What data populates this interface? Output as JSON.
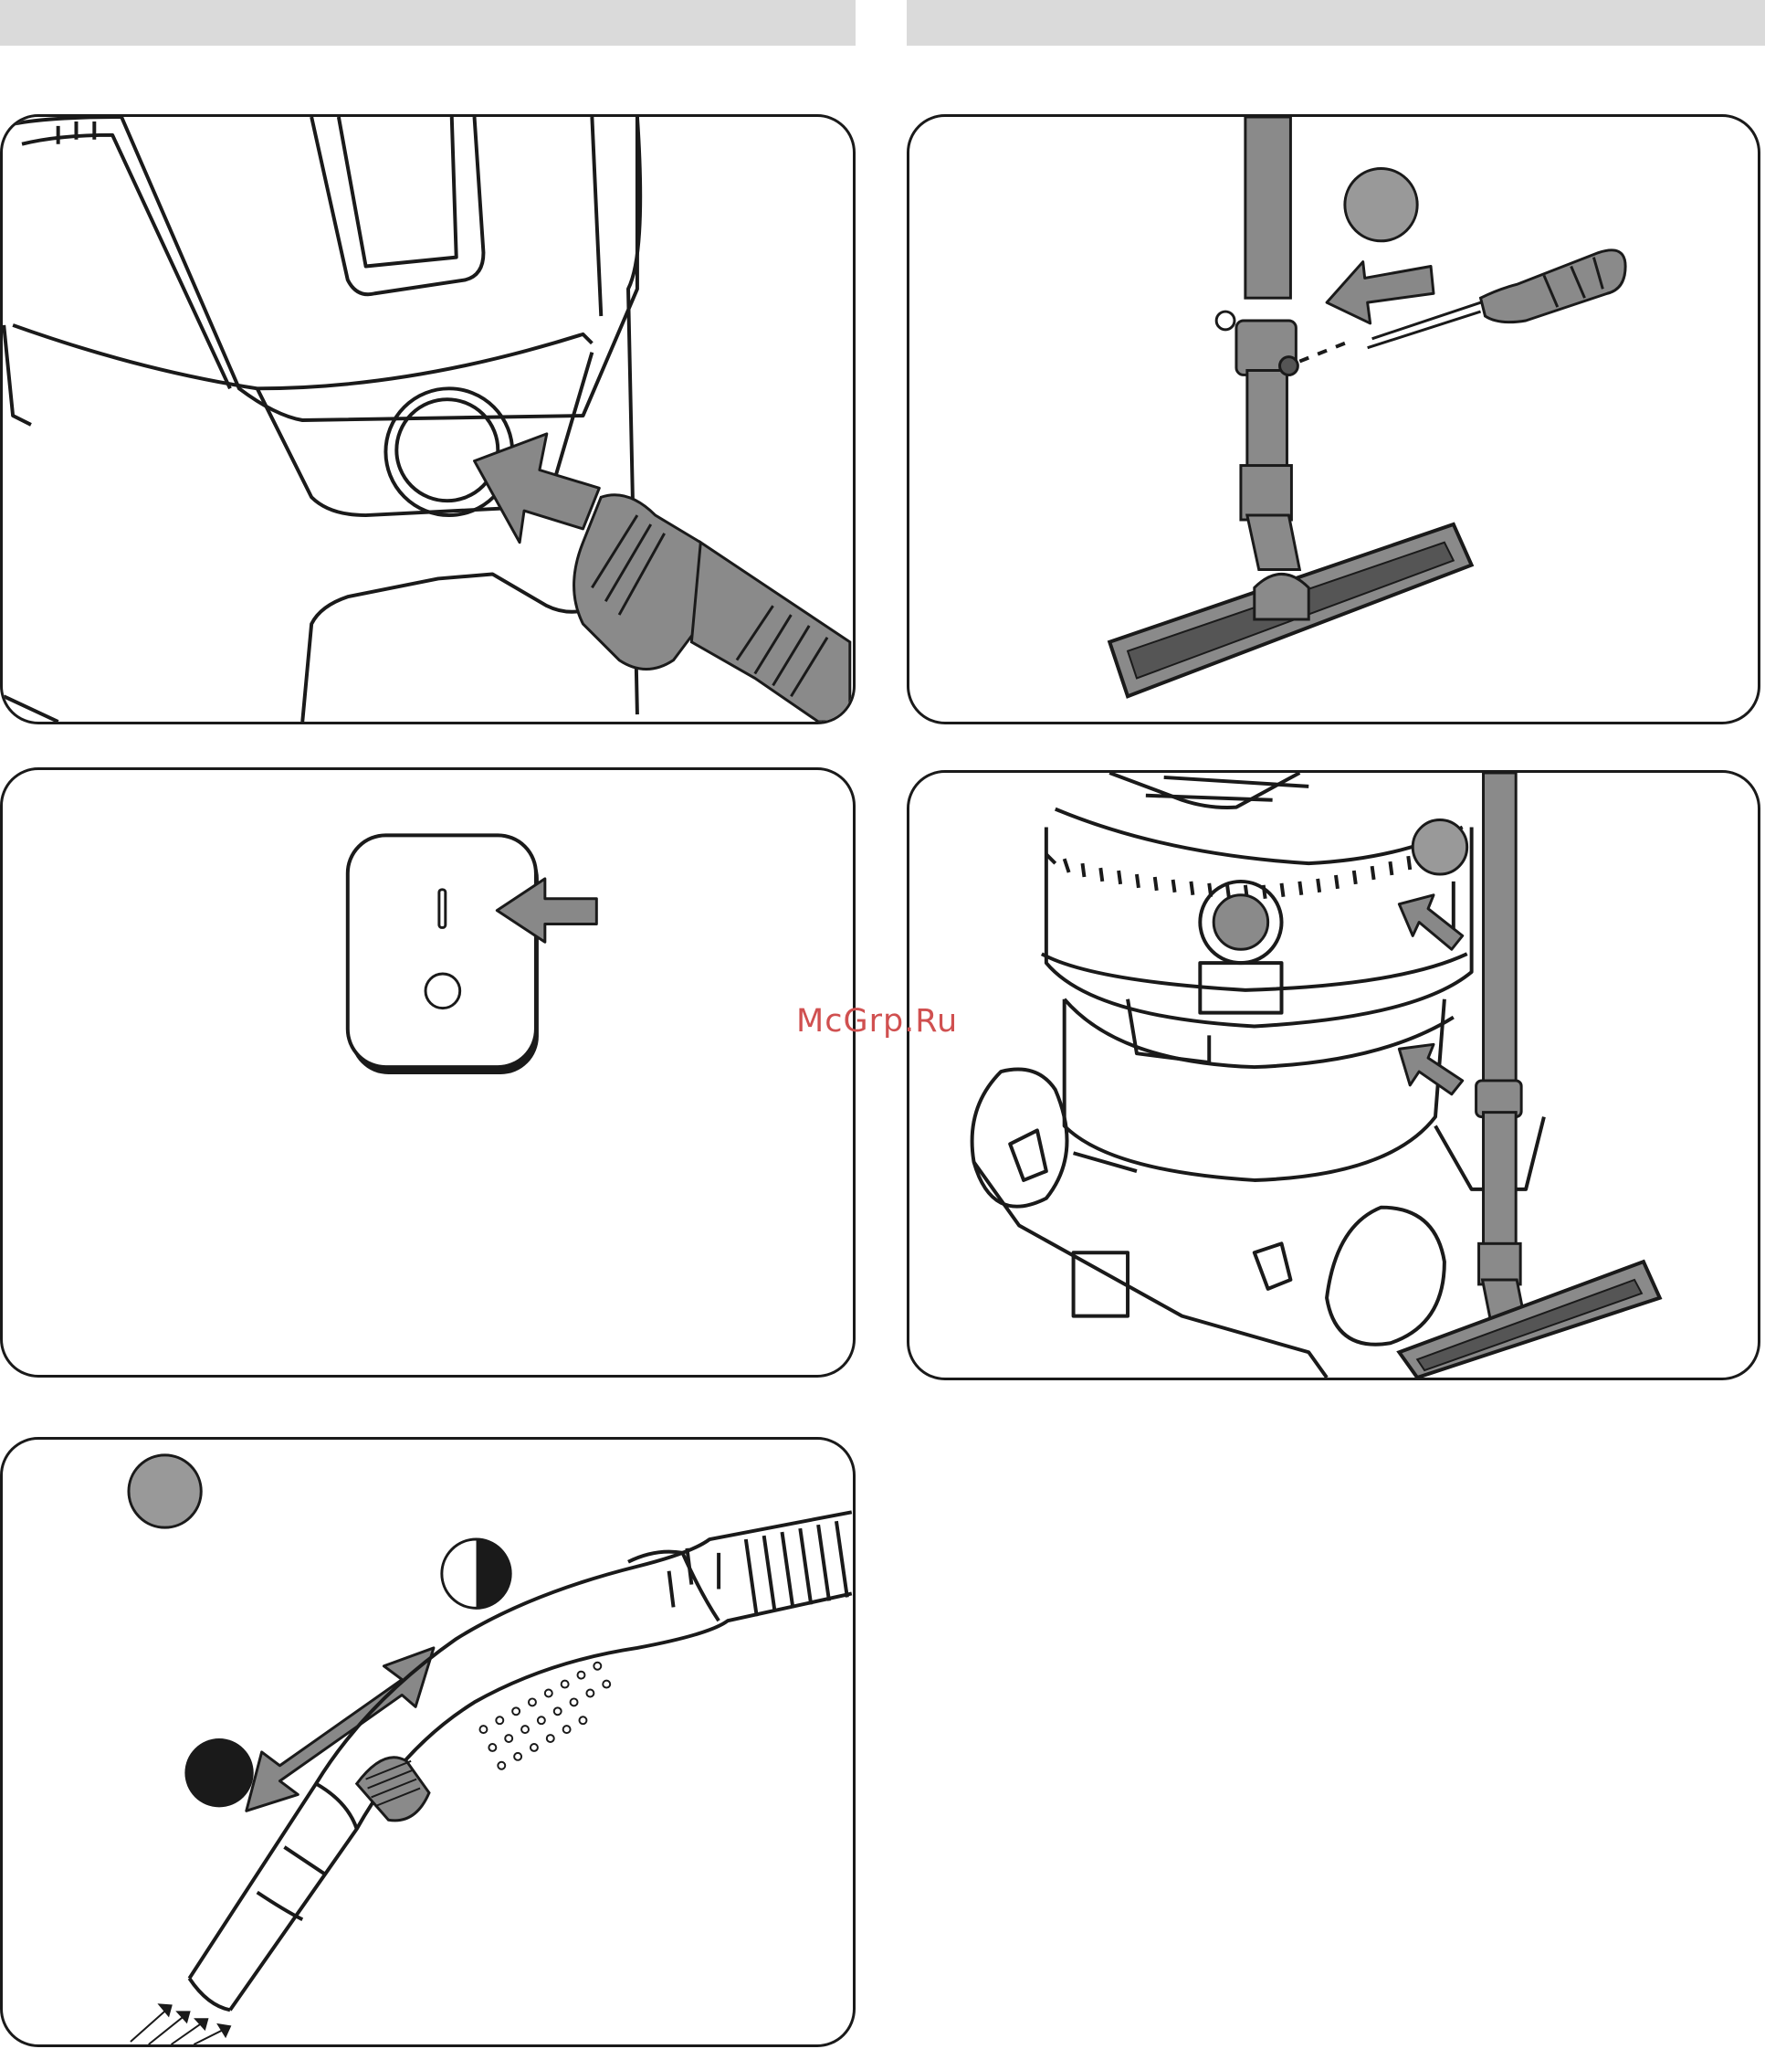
{
  "page": {
    "header_bar_color": "#dadada",
    "panel_border_color": "#1a1a1a",
    "arrow_color": "#888888",
    "step_marker_color": "#999999"
  },
  "watermark": {
    "text": "McGrp.Ru",
    "color": "#d05050"
  },
  "figures": [
    {
      "id": "connect-hose",
      "icons": [
        "vacuum-inlet-icon",
        "hose-connector-icon",
        "insert-arrow-icon"
      ]
    },
    {
      "id": "attach-floor-nozzle",
      "icons": [
        "suction-tube-icon",
        "screwdriver-icon",
        "floor-nozzle-icon",
        "step-marker-icon"
      ]
    },
    {
      "id": "power-switch",
      "icons": [
        "switch-on-symbol-icon",
        "switch-off-symbol-icon",
        "press-arrow-icon"
      ]
    },
    {
      "id": "park-tube",
      "icons": [
        "vacuum-body-icon",
        "tube-holder-icon",
        "floor-nozzle-icon",
        "step-marker-icon"
      ]
    },
    {
      "id": "adjust-suction",
      "icons": [
        "hose-handle-icon",
        "bypass-slide-icon",
        "half-filled-circle-icon",
        "filled-circle-icon",
        "step-marker-icon",
        "airflow-arrows-icon"
      ]
    }
  ]
}
